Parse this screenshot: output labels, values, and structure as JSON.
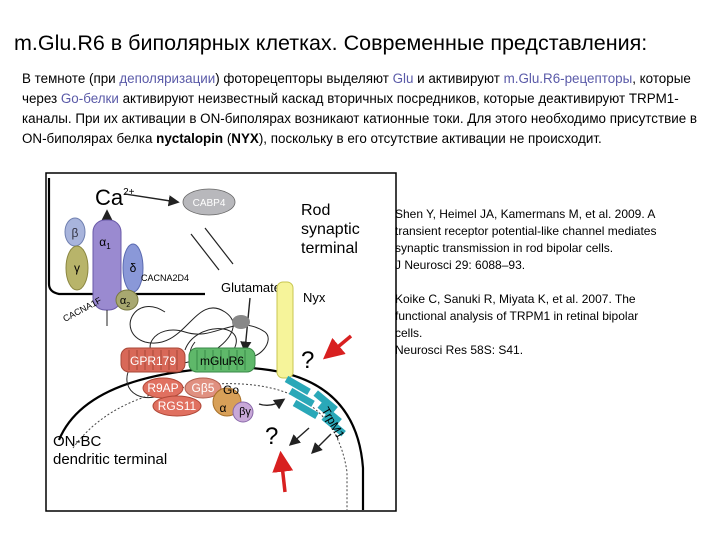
{
  "slide": {
    "title": "m.Glu.R6 в биполярных клетках. Современные представления:",
    "intro": {
      "t1": "В темноте (при ",
      "t2": "деполяризации",
      "t3": ") фоторецепторы выделяют ",
      "t4": "Glu",
      "t5": " и активируют ",
      "t6": "m.Glu.R6-рецепторы",
      "t7": ", которые через ",
      "t8": "Go-белки",
      "t9": " активируют неизвестный каскад вторичных посредников, которые деактивируют TRPM1-каналы. При их активации в ON-биполярах возникают катионные токи. Для этого необходимо присутствие в ON-биполярах белка ",
      "t10": "nyctalopin",
      "t11": " (",
      "t12": "NYX",
      "t13": "), поскольку в его отсутствие активации не происходит."
    },
    "colors": {
      "highlight": "#5a5aa8",
      "arrow": "#d82020",
      "trpm1": "#2aa8b8",
      "nyx": "#f6f49a",
      "gpr179": "#d86858",
      "mglur6": "#5fb86a",
      "go": "#d8a058"
    },
    "figure": {
      "ca": "Ca",
      "ca_sup": "2+",
      "cabp4": "CABP4",
      "rod_terminal": [
        "Rod",
        "synaptic",
        "terminal"
      ],
      "beta": "β",
      "alpha1": "α",
      "alpha1_sub": "1",
      "gamma": "γ",
      "delta": "δ",
      "alpha2": "α",
      "alpha2_sub": "2",
      "cacna2d4": "CACNA2D4",
      "cacnaf": "CACNA1F",
      "glutamate": "Glutamate",
      "nyx": "Nyx",
      "gpr179": "GPR179",
      "mglur6": "mGluR6",
      "r9ap": "R9AP",
      "gb5": "Gβ5",
      "rgs11": "RGS11",
      "go": "Go",
      "go_alpha": "α",
      "go_bg": "βγ",
      "trpm1": "TrpM1",
      "q1": "?",
      "q2": "?",
      "onbc": [
        "ON-BC",
        "dendritic terminal"
      ]
    },
    "references": [
      {
        "lines": [
          "Shen Y, Heimel JA, Kamermans M, et al. 2009. A",
          "transient receptor potential-like channel mediates",
          "synaptic transmission in rod bipolar cells.",
          "J Neurosci 29: 6088–93."
        ]
      },
      {
        "lines": [
          "Koike C, Sanuki R, Miyata K, et al. 2007. The",
          "functional analysis of TRPM1 in retinal bipolar",
          "cells.",
          "Neurosci Res 58S: S41."
        ]
      }
    ]
  }
}
